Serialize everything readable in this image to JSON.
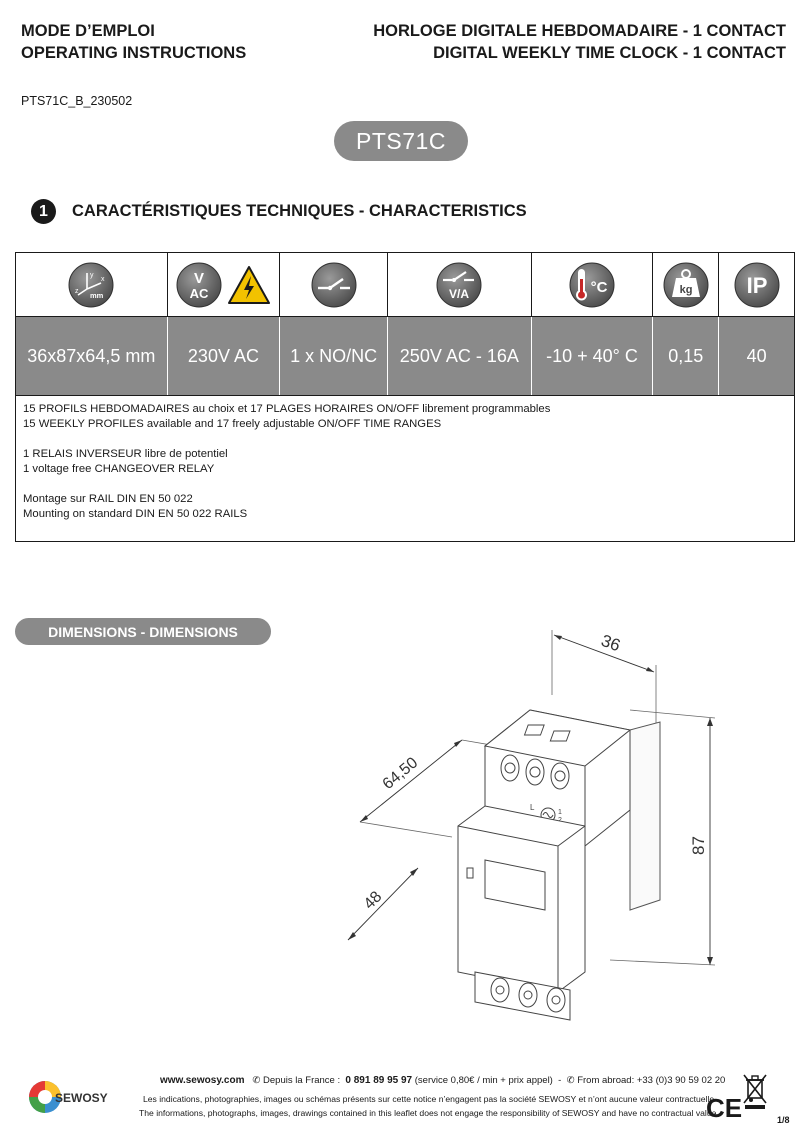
{
  "header": {
    "left_line1": "MODE D’EMPLOI",
    "left_line2": "OPERATING INSTRUCTIONS",
    "right_line1": "HORLOGE DIGITALE HEBDOMADAIRE  - 1 CONTACT",
    "right_line2": "DIGITAL WEEKLY TIME CLOCK - 1 CONTACT",
    "reference": "PTS71C_B_230502"
  },
  "model": "PTS71C",
  "section1": {
    "number": "1",
    "title": "CARACTÉRISTIQUES TECHNIQUES - CHARACTERISTICS"
  },
  "spec_table": {
    "icons": [
      {
        "name": "dimensions-icon",
        "text_top": "y",
        "text_side": "x",
        "text_z": "z",
        "text_unit": "mm"
      },
      {
        "name": "voltage-ac-icon",
        "text_top": "V",
        "text_bottom": "AC"
      },
      {
        "name": "contact-icon"
      },
      {
        "name": "contact-rating-icon",
        "text": "V/A"
      },
      {
        "name": "temperature-icon",
        "text": "°C"
      },
      {
        "name": "weight-icon",
        "text": "kg"
      },
      {
        "name": "ip-rating-icon",
        "text": "IP"
      }
    ],
    "values": [
      "36x87x64,5 mm",
      "230V AC",
      "1 x NO/NC",
      "250V AC - 16A",
      "-10 + 40° C",
      "0,15",
      "40"
    ],
    "description": [
      [
        "15 PROFILS HEBDOMADAIRES au choix et 17 PLAGES HORAIRES ON/OFF librement programmables",
        "15 WEEKLY PROFILES available and 17 freely adjustable ON/OFF TIME RANGES"
      ],
      [
        "1 RELAIS INVERSEUR libre de potentiel",
        "1 voltage free CHANGEOVER RELAY"
      ],
      [
        "Montage sur RAIL DIN EN 50 022",
        "Mounting on standard DIN EN 50 022 RAILS"
      ]
    ]
  },
  "dimensions": {
    "title": "DIMENSIONS - DIMENSIONS",
    "width_label": "36",
    "depth_label": "64,50",
    "height_label": "87",
    "front_label": "48",
    "terminal_l": "L",
    "terminal_1": "1",
    "terminal_2": "2"
  },
  "footer": {
    "brand": "SEWOSY",
    "website": "www.sewosy.com",
    "france_label": "Depuis la France :",
    "france_phone": "0 891 89 95 97",
    "france_rate": "(service 0,80€ / min + prix appel)",
    "separator": "-",
    "abroad": "From abroad: +33 (0)3 90 59 02 20",
    "disclaimer_fr": "Les indications, photographies, images ou schémas présents sur cette notice n’engagent pas la société SEWOSY et n’ont aucune valeur contractuelle",
    "disclaimer_en": "The informations, photographs, images, drawings contained in this leaflet does not engage the responsibility of SEWOSY and have no contractual value",
    "ce_mark": "CE",
    "page": "1/8"
  }
}
